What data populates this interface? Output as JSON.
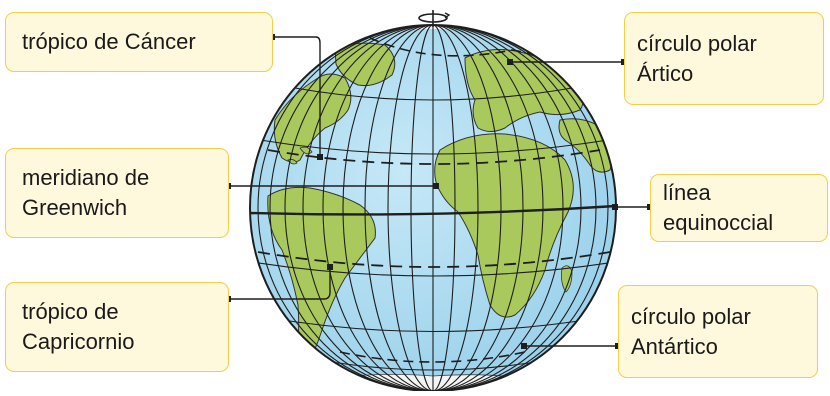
{
  "diagram": {
    "labels": {
      "tropic_cancer": "trópico de Cáncer",
      "greenwich_line1": "meridiano de",
      "greenwich_line2": "Greenwich",
      "capricorn_line1": "trópico de",
      "capricorn_line2": "Capricornio",
      "arctic_line1": "círculo polar",
      "arctic_line2": "Ártico",
      "equator_line1": "línea",
      "equator_line2": "equinoccial",
      "antarctic_line1": "círculo polar",
      "antarctic_line2": "Antártico"
    },
    "colors": {
      "ocean": "#a8d8f0",
      "land": "#a9c95c",
      "ice": "#f4f4f4",
      "grid": "#1e1e1e",
      "box_fill": "#fef9dc",
      "box_border": "#f2cf4a"
    }
  }
}
